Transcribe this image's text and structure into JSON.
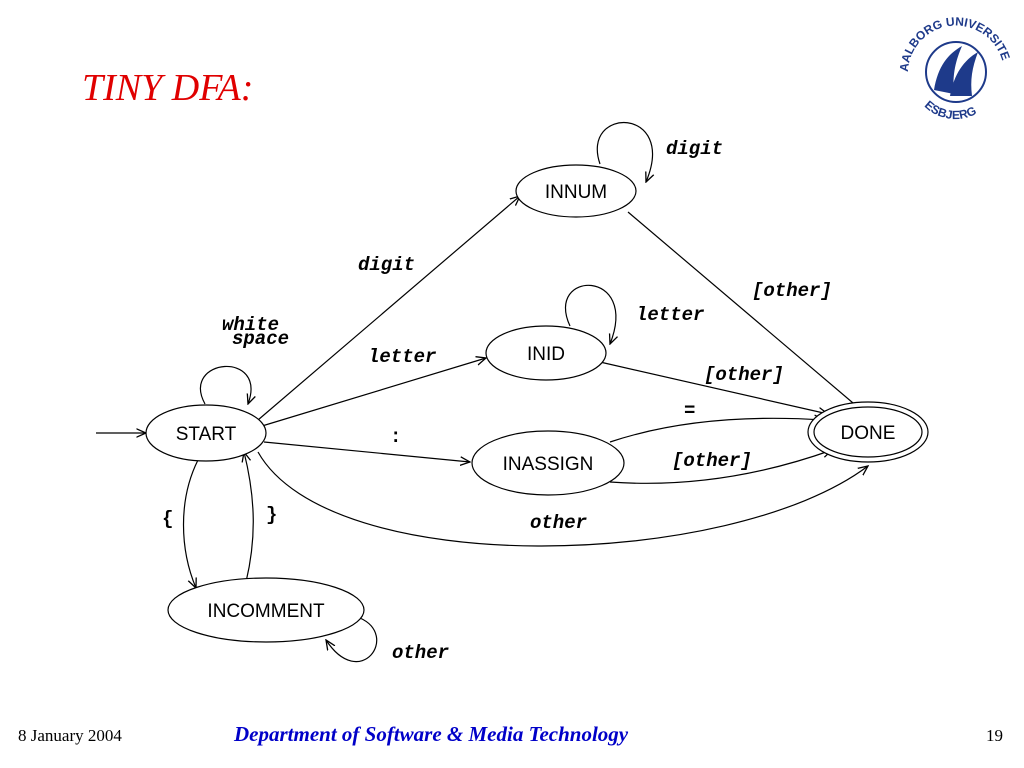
{
  "title": "TINY DFA:",
  "logo": {
    "top_text": "AALBORG UNIVERSITET",
    "bottom_text": "ESBJERG",
    "icon": "university-wave-logo",
    "color": "#1e3a8a"
  },
  "states": {
    "start": "START",
    "innum": "INNUM",
    "inid": "INID",
    "inassign": "INASSIGN",
    "incomment": "INCOMMENT",
    "done": "DONE"
  },
  "edges": {
    "innum_loop": "digit",
    "start_innum": "digit",
    "innum_done": "[other]",
    "inid_loop": "letter",
    "start_inid": "letter",
    "inid_done": "[other]",
    "start_loop_1": "white",
    "start_loop_2": "space",
    "start_inassign": ":",
    "inassign_done_eq": "=",
    "inassign_done_other": "[other]",
    "start_done": "other",
    "start_incomment": "{",
    "incomment_start": "}",
    "incomment_loop": "other"
  },
  "colors": {
    "title": "#e00000",
    "footer_department": "#0000c8"
  },
  "footer": {
    "date": "8 January 2004",
    "department": "Department of Software & Media Technology",
    "page": "19"
  }
}
